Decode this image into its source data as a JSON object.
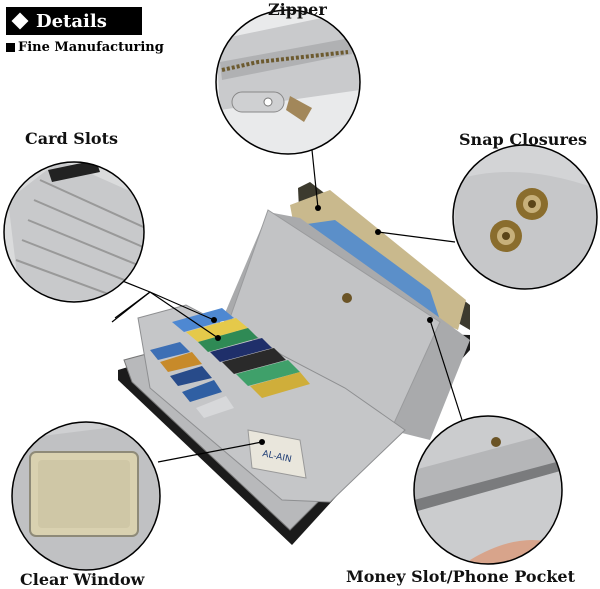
{
  "header": {
    "badge": "Details",
    "subtitle": "Fine Manufacturing"
  },
  "callouts": {
    "zipper": "Zipper",
    "card_slots": "Card Slots",
    "snap_closures": "Snap Closures",
    "clear_window": "Clear Window",
    "money_slot": "Money Slot/Phone Pocket"
  },
  "colors": {
    "leather": "#b8b9bb",
    "leather_light": "#cfd0d2",
    "leather_dark": "#8f9092",
    "outline": "#111111",
    "snap": "#8a6d2d",
    "window": "#cfc7a6"
  },
  "card_text": "AL-AIN"
}
